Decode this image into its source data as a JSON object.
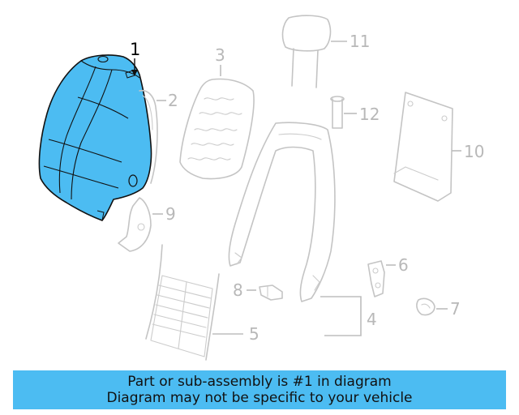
{
  "diagram": {
    "highlight_color": "#4cbcf2",
    "highlighted_part": "1",
    "labels": {
      "p1": "1",
      "p2": "2",
      "p3": "3",
      "p4": "4",
      "p5": "5",
      "p6": "6",
      "p7": "7",
      "p8": "8",
      "p9": "9",
      "p10": "10",
      "p11": "11",
      "p12": "12"
    }
  },
  "caption": {
    "line1": "Part or sub-assembly is #1 in diagram",
    "line2": "Diagram may not be specific to your vehicle",
    "background": "#4cbcf2"
  }
}
